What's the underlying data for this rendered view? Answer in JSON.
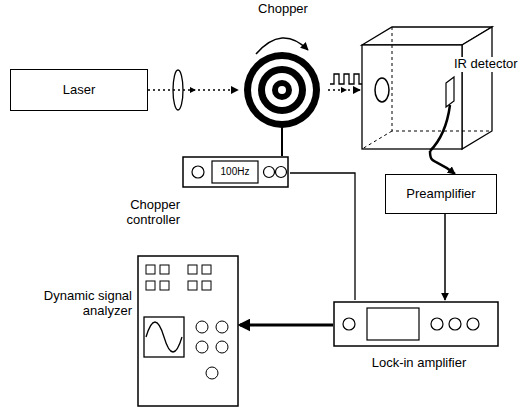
{
  "diagram": {
    "nodes": [
      {
        "text": [
          "Laser"
        ]
      },
      {
        "text": [
          "Chopper"
        ]
      },
      {
        "text": [
          "IR detector"
        ]
      },
      {
        "text": [
          "Chopper controller",
          "100Hz"
        ]
      },
      {
        "text": [
          "Preamplifier"
        ]
      },
      {
        "text": [
          "Dynamic signal analyzer"
        ]
      },
      {
        "text": [
          "Lock-in amplifier"
        ]
      }
    ],
    "edges": [
      {
        "from": 0,
        "to": 1,
        "arrow": "to"
      },
      {
        "from": 1,
        "to": 2,
        "arrow": "to"
      },
      {
        "from": 2,
        "to": 4,
        "arrow": "to"
      },
      {
        "from": 4,
        "to": 6,
        "arrow": "to"
      },
      {
        "from": 6,
        "to": 5,
        "arrow": "to"
      },
      {
        "from": 1,
        "to": 3,
        "arrow": "none"
      },
      {
        "from": 3,
        "to": 6,
        "arrow": "none"
      }
    ]
  }
}
